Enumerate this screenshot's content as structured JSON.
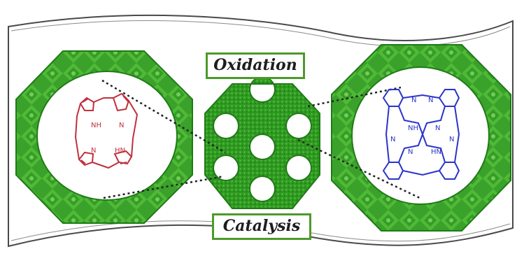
{
  "labels": {
    "top": "Oxidation",
    "bottom": "Catalysis"
  },
  "porphyrin": {
    "atoms": [
      "NH",
      "N",
      "N",
      "HN"
    ],
    "color": "#c0303c"
  },
  "phthalocyanine": {
    "atoms": [
      "N",
      "N",
      "NH",
      "N",
      "N",
      "N",
      "HN",
      "N"
    ],
    "color": "#2a34c8"
  },
  "colors": {
    "framework_green": "#3fa82a",
    "framework_dark": "#1f7a16",
    "border": "#4a4a4a",
    "label_border": "#4c9a2a"
  }
}
